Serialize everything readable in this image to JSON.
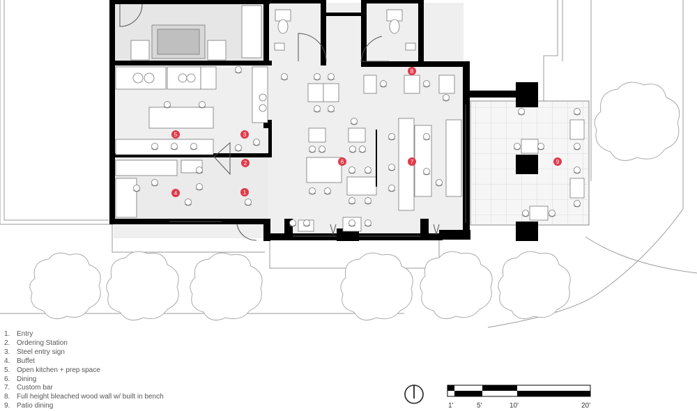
{
  "legend": [
    {
      "num": "1.",
      "label": "Entry"
    },
    {
      "num": "2.",
      "label": "Ordering Station"
    },
    {
      "num": "3.",
      "label": "Steel entry sign"
    },
    {
      "num": "4.",
      "label": "Buffet"
    },
    {
      "num": "5.",
      "label": "Open kitchen + prep space"
    },
    {
      "num": "6.",
      "label": "Dining"
    },
    {
      "num": "7.",
      "label": "Custom bar"
    },
    {
      "num": "8.",
      "label": "Full height bleached wood wall w/ built in bench"
    },
    {
      "num": "9.",
      "label": "Patio dining"
    }
  ],
  "markers": [
    "1",
    "2",
    "3",
    "4",
    "5",
    "6",
    "7",
    "8",
    "9"
  ],
  "scale": {
    "labels": [
      "1'",
      "5'",
      "10'",
      "20'"
    ]
  },
  "colors": {
    "wall": "#000000",
    "marker": "#e03a4a",
    "floor": "#efefef",
    "line": "#9a9a9a",
    "text": "#555555"
  },
  "icons": {
    "north_arrow": "north-arrow-icon",
    "tree": "tree-outline-icon"
  }
}
